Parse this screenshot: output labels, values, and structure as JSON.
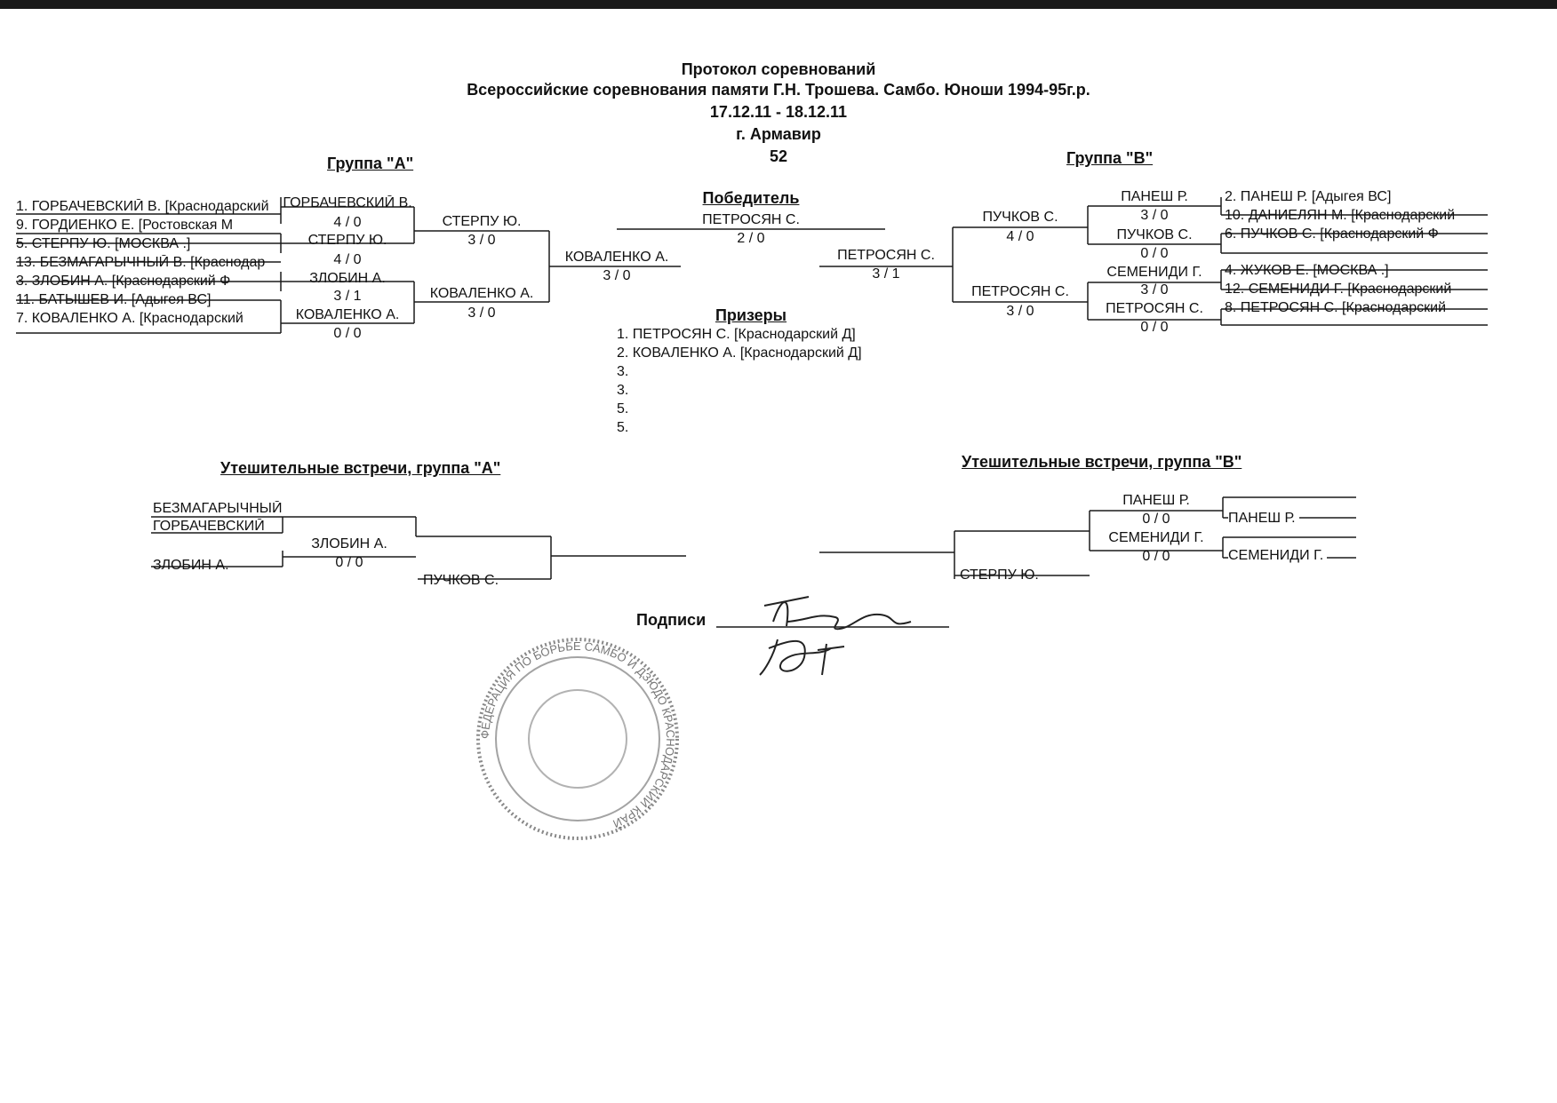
{
  "header": {
    "line1": "Протокол соревнований",
    "line2": "Всероссийские соревнования памяти Г.Н. Трошева. Самбо. Юноши 1994-95г.р.",
    "line3": "17.12.11 - 18.12.11",
    "line4": "г. Армавир",
    "line5": "52"
  },
  "groupA": {
    "title": "Группа  \"А\"",
    "entrants": [
      "1. ГОРБАЧЕВСКИЙ В.  [Краснодарский",
      "9. ГОРДИЕНКО Е.  [Ростовская  М",
      "5. СТЕРПУ Ю.  [МОСКВА  .]",
      "13. БЕЗМАГАРЫЧНЫЙ В.  [Краснодар",
      "3. ЗЛОБИН А.  [Краснодарский  Ф",
      "11. БАТЫШЕВ И.  [Адыгея  ВС]",
      "7. КОВАЛЕНКО А.  [Краснодарский"
    ],
    "r1": [
      {
        "name": "ГОРБАЧЕВСКИЙ В.",
        "score": "4  /  0"
      },
      {
        "name": "СТЕРПУ Ю.",
        "score": "4  /  0"
      },
      {
        "name": "ЗЛОБИН А.",
        "score": "3  /  1"
      },
      {
        "name": "КОВАЛЕНКО А.",
        "score": "0  /  0"
      }
    ],
    "r2": [
      {
        "name": "СТЕРПУ Ю.",
        "score": "3  /  0"
      },
      {
        "name": "КОВАЛЕНКО А.",
        "score": "3  /  0"
      }
    ],
    "final": {
      "name": "КОВАЛЕНКО А.",
      "score": "3  /  0"
    }
  },
  "winner": {
    "title": "Победитель",
    "name": "ПЕТРОСЯН С.",
    "score": "2  /  0"
  },
  "prizewinners": {
    "title": "Призеры",
    "items": [
      "1. ПЕТРОСЯН С.     [Краснодарский  Д]",
      "2. КОВАЛЕНКО А.     [Краснодарский  Д]",
      "3.",
      "3.",
      "5.",
      "5."
    ]
  },
  "groupB": {
    "title": "Группа  \"В\"",
    "entrants": [
      "2. ПАНЕШ Р.  [Адыгея  ВС]",
      "10. ДАНИЕЛЯН М.  [Краснодарский",
      "6. ПУЧКОВ С.  [Краснодарский  Ф",
      "4. ЖУКОВ Е.  [МОСКВА  .]",
      "12. СЕМЕНИДИ Г.  [Краснодарский",
      "8. ПЕТРОСЯН С.  [Краснодарский"
    ],
    "r1": [
      {
        "name": "ПАНЕШ Р.",
        "score": "3  /  0"
      },
      {
        "name": "ПУЧКОВ С.",
        "score": "0  /  0"
      },
      {
        "name": "СЕМЕНИДИ Г.",
        "score": "3  /  0"
      },
      {
        "name": "ПЕТРОСЯН С.",
        "score": "0  /  0"
      }
    ],
    "r2": [
      {
        "name": "ПУЧКОВ С.",
        "score": "4  /  0"
      },
      {
        "name": "ПЕТРОСЯН С.",
        "score": "3  /  0"
      }
    ],
    "final": {
      "name": "ПЕТРОСЯН С.",
      "score": "3  /  1"
    }
  },
  "consolationA": {
    "title": "Утешительные встречи, группа \"А\"",
    "e1": "БЕЗМАГАРЫЧНЫЙ",
    "e2": "ГОРБАЧЕВСКИЙ",
    "e3": "ЗЛОБИН А.",
    "r1": {
      "name": "ЗЛОБИН А.",
      "score": "0  /  0"
    },
    "e4": "ПУЧКОВ С."
  },
  "consolationB": {
    "title": "Утешительные встречи, группа \"В\"",
    "r1a": {
      "name": "ПАНЕШ Р.",
      "score": "0  /  0"
    },
    "r1b": {
      "name": "СЕМЕНИДИ Г.",
      "score": "0  /  0"
    },
    "e1": "ПАНЕШ Р.",
    "e2": "СЕМЕНИДИ Г.",
    "e3": "СТЕРПУ Ю."
  },
  "signatures": {
    "label": "Подписи"
  },
  "stamp": {
    "text": "ФЕДЕРАЦИЯ ПО БОРЬБЕ САМБО И ДЗЮДО КРАСНОДАРСКИЙ КРАЙ"
  }
}
